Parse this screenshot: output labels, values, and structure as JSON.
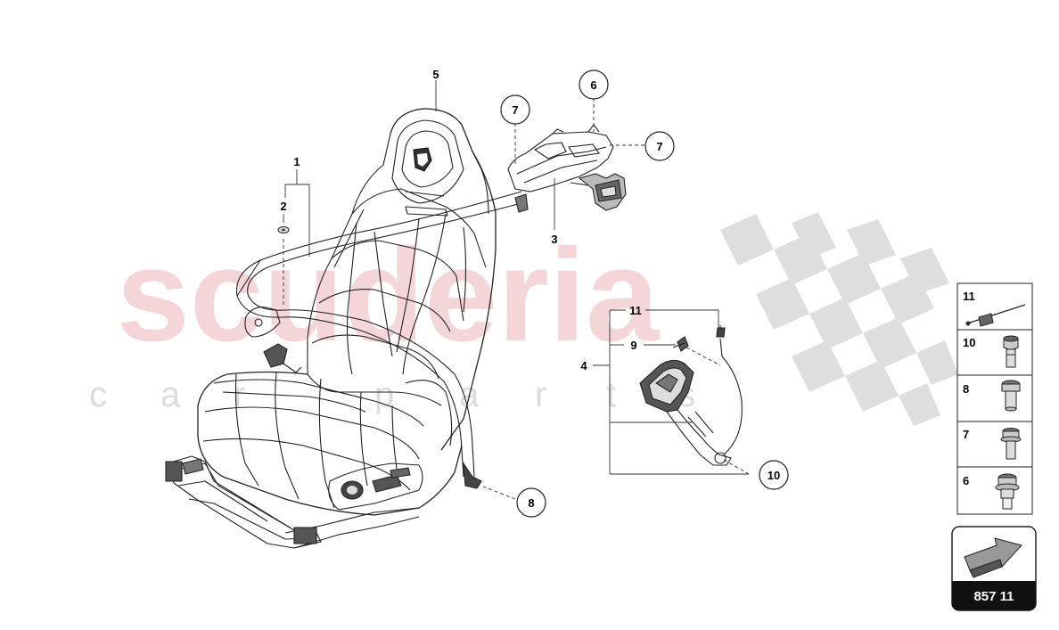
{
  "watermark": {
    "brand": "scuderia",
    "tagline_letters": [
      "c",
      "a",
      "r",
      "p",
      "a",
      "r",
      "t",
      "s"
    ],
    "brand_color": "#e8a0a6",
    "tagline_color": "#d9d9d9",
    "flag_color": "#d6d6d6"
  },
  "callouts": {
    "c1": "1",
    "c2": "2",
    "c3": "3",
    "c4": "4",
    "c5": "5",
    "c6": "6",
    "c7a": "7",
    "c7b": "7",
    "c8": "8",
    "c9": "9",
    "c10": "10",
    "c11": "11"
  },
  "legend": [
    {
      "number": "11",
      "icon": "cable-tie-icon"
    },
    {
      "number": "10",
      "icon": "hex-bolt-icon"
    },
    {
      "number": "8",
      "icon": "shoulder-bolt-icon"
    },
    {
      "number": "7",
      "icon": "flange-bolt-icon"
    },
    {
      "number": "6",
      "icon": "collar-bolt-icon"
    }
  ],
  "page_ref": {
    "label": "857 11",
    "icon": "direction-arrow-icon"
  }
}
